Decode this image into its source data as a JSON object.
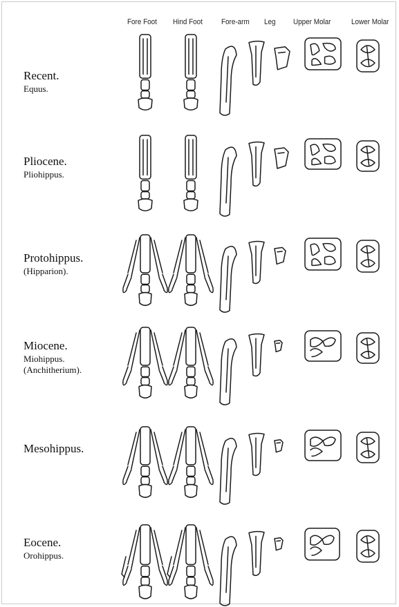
{
  "columns": [
    "Fore Foot",
    "Hind Foot",
    "Fore-arm",
    "Leg",
    "Upper Molar",
    "Lower Molar"
  ],
  "rows": [
    {
      "name": "Recent.",
      "lines": [
        "Equus."
      ],
      "toes": 1,
      "tooth": "complex"
    },
    {
      "name": "Pliocene.",
      "lines": [
        "Pliohippus."
      ],
      "toes": 1,
      "tooth": "complex"
    },
    {
      "name": "Protohippus.",
      "lines": [
        "(Hipparion)."
      ],
      "toes": 3,
      "tooth": "complex"
    },
    {
      "name": "Miocene.",
      "lines": [
        "Miohippus.",
        "(Anchitherium)."
      ],
      "toes": 3,
      "tooth": "simple"
    },
    {
      "name": "Mesohippus.",
      "lines": [],
      "toes": 3,
      "tooth": "simple"
    },
    {
      "name": "Eocene.",
      "lines": [
        "Orohippus."
      ],
      "toes": 4,
      "tooth": "simple"
    }
  ]
}
